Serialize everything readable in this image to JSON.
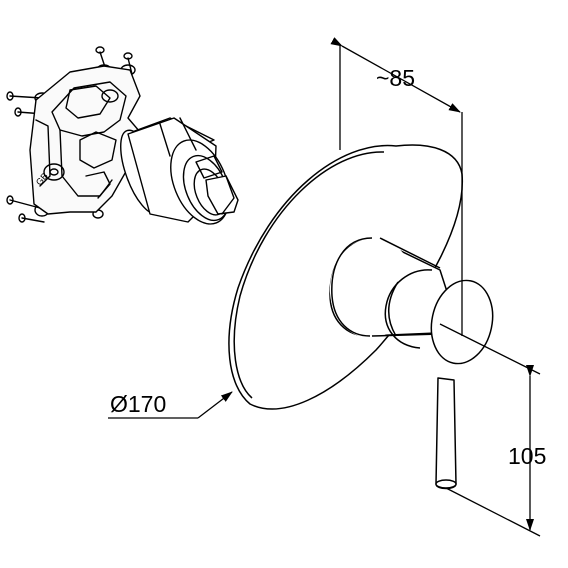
{
  "dimensions": {
    "depth": "~85",
    "diameter": "Ø170",
    "handle_height": "105"
  }
}
